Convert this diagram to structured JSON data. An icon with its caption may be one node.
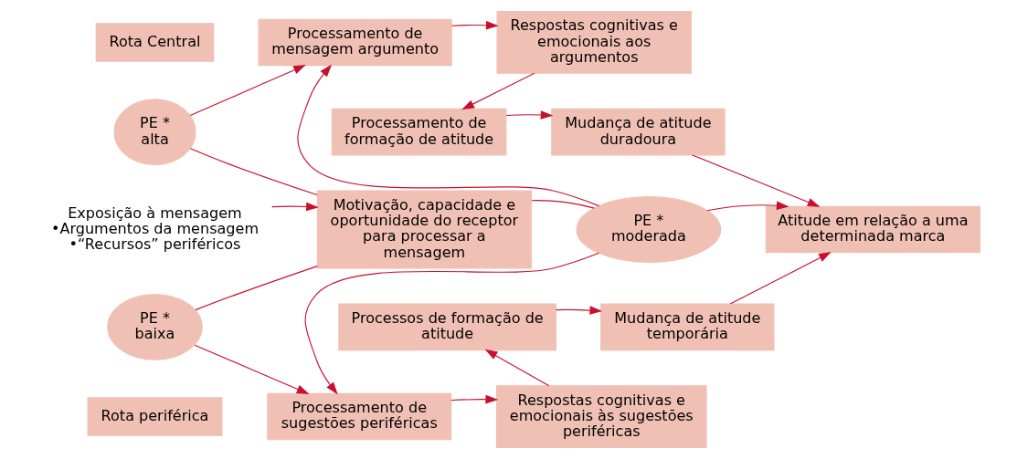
{
  "diagram": {
    "nodes": [
      {
        "text": [
          "Rota Central"
        ]
      },
      {
        "text": [
          "Processamento de mensagem argumento"
        ]
      },
      {
        "text": [
          "Respostas cognitivas e emocionais aos argumentos"
        ]
      },
      {
        "text": [
          "Processamento de formação de atitude"
        ]
      },
      {
        "text": [
          "Mudança de atitude duradoura"
        ]
      },
      {
        "text": [
          "PE *",
          "alta"
        ]
      },
      {
        "text": [
          "Exposição à mensagem",
          "•Argumentos da mensagem",
          "•“Recursos” periféricos"
        ]
      },
      {
        "text": [
          "Motivação, capacidade e oportunidade do receptor para processar a mensagem"
        ]
      },
      {
        "text": [
          "PE *",
          "moderada"
        ]
      },
      {
        "text": [
          "Atitude em relação a uma determinada marca"
        ]
      },
      {
        "text": [
          "PE *",
          "baixa"
        ]
      },
      {
        "text": [
          "Processos de formação de atitude"
        ]
      },
      {
        "text": [
          "Mudança de atitude temporária"
        ]
      },
      {
        "text": [
          "Rota periférica"
        ]
      },
      {
        "text": [
          "Processamento de sugestões periféricas"
        ]
      },
      {
        "text": [
          "Respostas cognitivas e emocionais às sugestões periféricas"
        ]
      }
    ],
    "edges": [
      {
        "from": 1,
        "to": 2,
        "arrow": "to"
      },
      {
        "from": 2,
        "to": 3,
        "arrow": "to"
      },
      {
        "from": 3,
        "to": 4,
        "arrow": "to"
      },
      {
        "from": 4,
        "to": 9,
        "arrow": "to"
      },
      {
        "from": 6,
        "to": 7,
        "arrow": "to"
      },
      {
        "from": 7,
        "to": 5,
        "arrow": "none"
      },
      {
        "from": 5,
        "to": 1,
        "arrow": "to"
      },
      {
        "from": 7,
        "to": 8,
        "arrow": "none"
      },
      {
        "from": 8,
        "to": 1,
        "arrow": "to"
      },
      {
        "from": 8,
        "to": 9,
        "arrow": "to"
      },
      {
        "from": 8,
        "to": 14,
        "arrow": "to"
      },
      {
        "from": 7,
        "to": 10,
        "arrow": "none"
      },
      {
        "from": 10,
        "to": 14,
        "arrow": "to"
      },
      {
        "from": 11,
        "to": 12,
        "arrow": "to"
      },
      {
        "from": 12,
        "to": 9,
        "arrow": "to"
      },
      {
        "from": 14,
        "to": 15,
        "arrow": "to"
      },
      {
        "from": 15,
        "to": 11,
        "arrow": "to"
      }
    ]
  }
}
